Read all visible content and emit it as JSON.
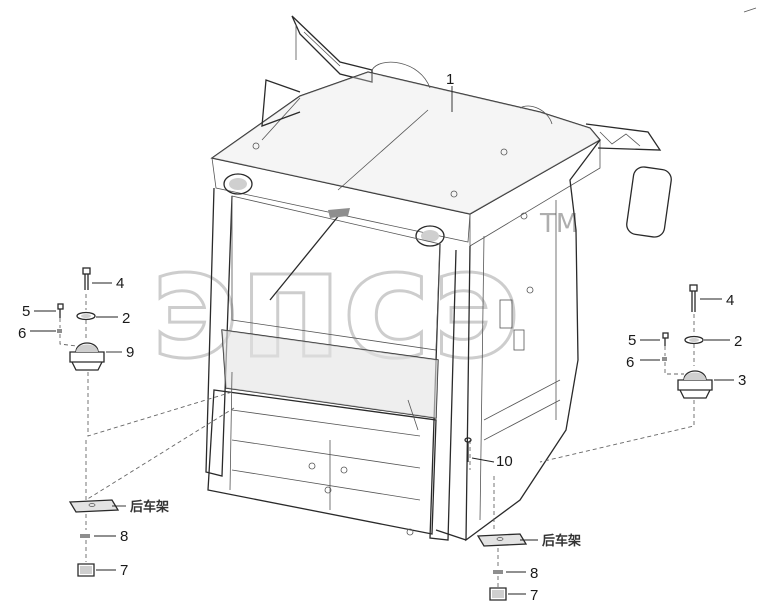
{
  "parts": {
    "p1": "1",
    "p2_left": "2",
    "p2_right": "2",
    "p3": "3",
    "p4_left": "4",
    "p4_right": "4",
    "p5_left": "5",
    "p5_right": "5",
    "p6_left": "6",
    "p6_right": "6",
    "p7_left": "7",
    "p7_right": "7",
    "p8_left": "8",
    "p8_right": "8",
    "p9": "9",
    "p10": "10"
  },
  "labels": {
    "rear_frame_left": "后车架",
    "rear_frame_right": "后车架"
  },
  "watermark": {
    "text": "эпсэ",
    "mark": "TM"
  }
}
